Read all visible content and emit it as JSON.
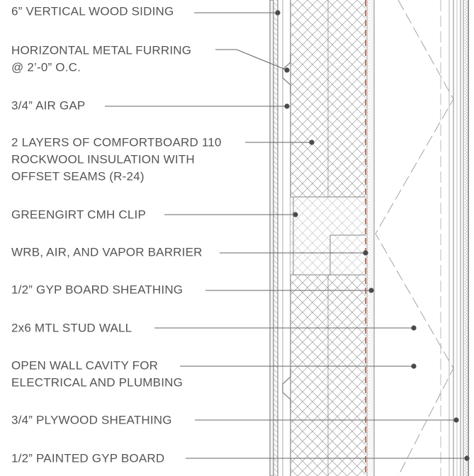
{
  "callouts": [
    {
      "lines": [
        "6” VERTICAL WOOD SIDING"
      ]
    },
    {
      "lines": [
        "HORIZONTAL METAL FURRING",
        "@ 2’-0” O.C."
      ]
    },
    {
      "lines": [
        "3/4” AIR GAP"
      ]
    },
    {
      "lines": [
        "2 LAYERS OF COMFORTBOARD 110",
        "ROCKWOOL INSULATION WITH",
        "OFFSET SEAMS (R-24)"
      ]
    },
    {
      "lines": [
        "GREENGIRT CMH CLIP"
      ]
    },
    {
      "lines": [
        "WRB, AIR, AND VAPOR BARRIER"
      ]
    },
    {
      "lines": [
        "1/2” GYP BOARD SHEATHING"
      ]
    },
    {
      "lines": [
        "2x6 MTL STUD WALL"
      ]
    },
    {
      "lines": [
        "OPEN WALL CAVITY FOR",
        "ELECTRICAL AND PLUMBING"
      ]
    },
    {
      "lines": [
        "3/4” PLYWOOD SHEATHING"
      ]
    },
    {
      "lines": [
        "1/2” PAINTED GYP BOARD"
      ]
    }
  ],
  "colors": {
    "text": "#555555",
    "leader": "#666666",
    "line": "#888888",
    "barrier": "#d9603b",
    "dot": "#4a4a4a"
  }
}
